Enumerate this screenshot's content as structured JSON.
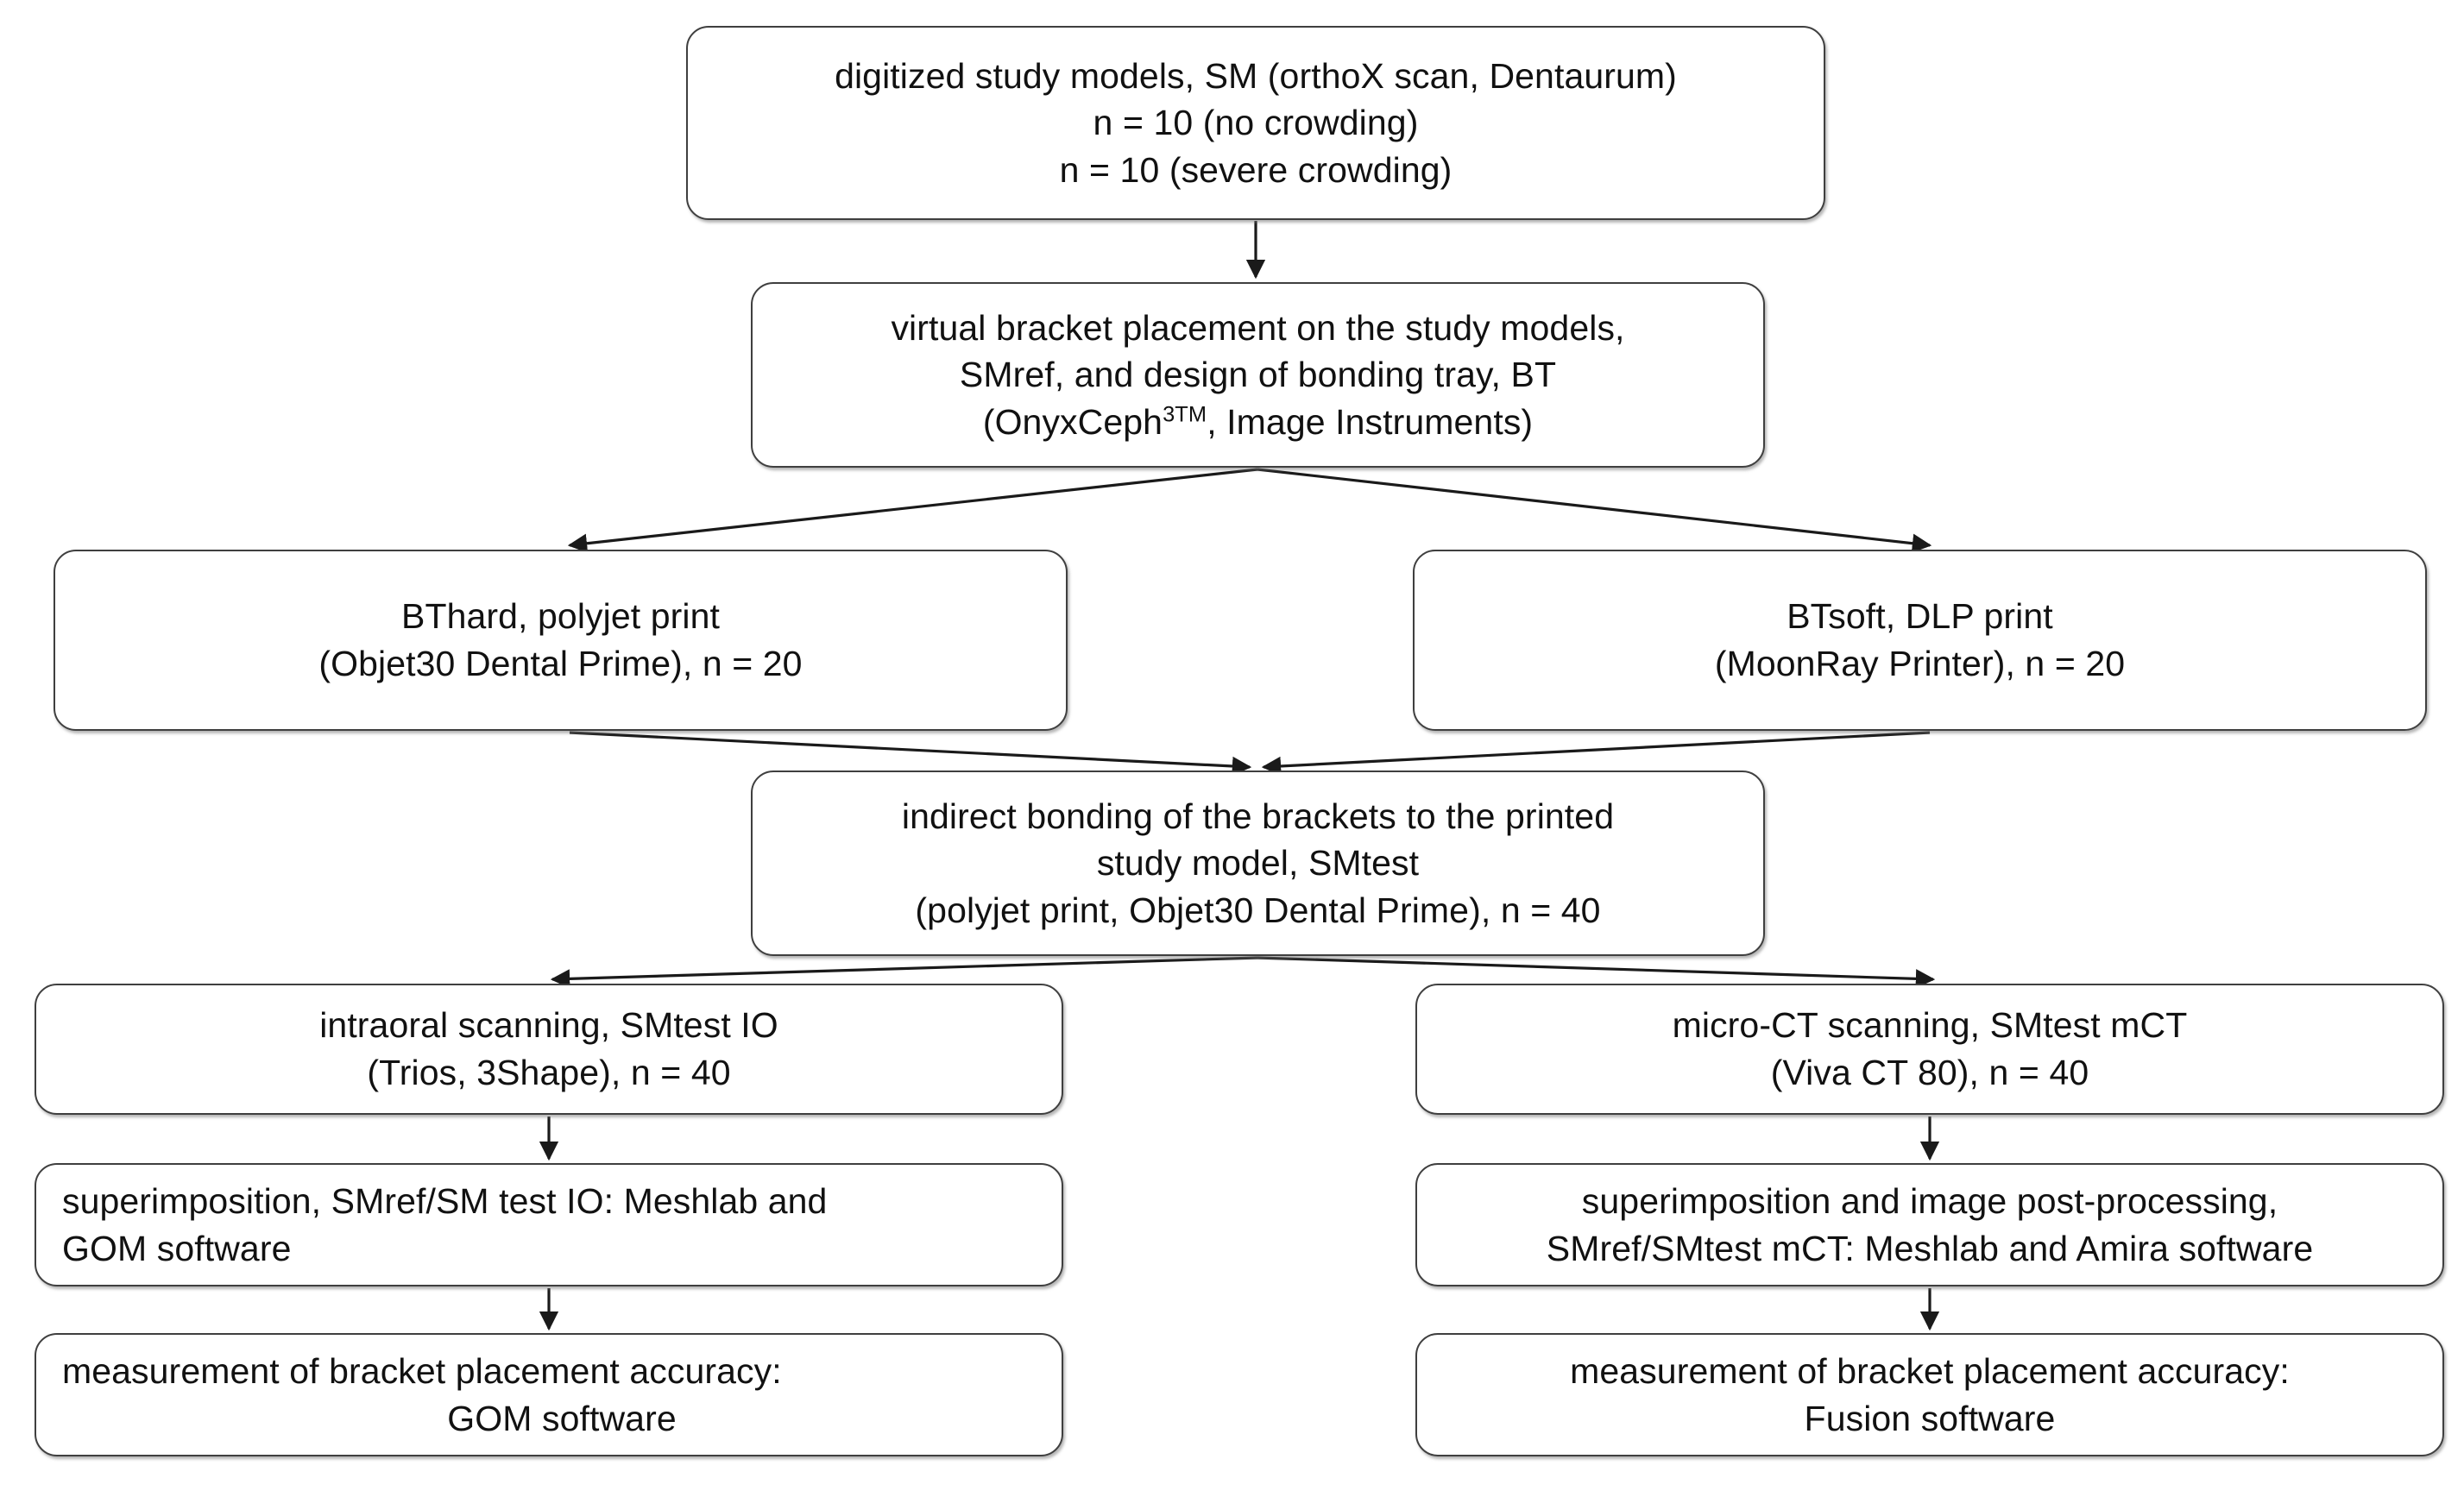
{
  "diagram": {
    "title": "Study workflow flowchart",
    "style": {
      "box_border_color": "#3f3f3f",
      "box_fill_color": "#ffffff",
      "edge_color": "#1a1a1a",
      "text_color": "#111111"
    },
    "nodes": [
      {
        "id": "study-models",
        "lines": [
          "digitized study models, SM (orthoX scan, Dentaurum)",
          "n = 10 (no crowding)",
          "n = 10 (severe crowding)"
        ]
      },
      {
        "id": "virtual-placement",
        "lines": [
          "virtual bracket placement on the study models,",
          "SMref, and design of bonding tray, BT",
          "(OnyxCeph3TM, Image Instruments)"
        ],
        "line3_parts": {
          "before": "(OnyxCeph",
          "superscript": "3TM",
          "after": ", Image Instruments)"
        }
      },
      {
        "id": "bthard",
        "lines": [
          "BThard, polyjet print",
          "(Objet30 Dental Prime), n = 20"
        ]
      },
      {
        "id": "btsoft",
        "lines": [
          "BTsoft, DLP print",
          "(MoonRay Printer), n = 20"
        ]
      },
      {
        "id": "indirect-bonding",
        "lines": [
          "indirect bonding of the brackets to the printed",
          "study model, SMtest",
          "(polyjet print, Objet30 Dental Prime), n = 40"
        ]
      },
      {
        "id": "intraoral-scan",
        "lines": [
          "intraoral scanning, SMtest IO",
          "(Trios, 3Shape), n = 40"
        ]
      },
      {
        "id": "microct-scan",
        "lines": [
          "micro-CT scanning, SMtest mCT",
          "(Viva CT 80), n = 40"
        ]
      },
      {
        "id": "superimpose-io",
        "lines": [
          "superimposition, SMref/SM test IO: Meshlab and",
          "GOM software"
        ]
      },
      {
        "id": "superimpose-mct",
        "lines": [
          "superimposition and image post-processing,",
          "SMref/SMtest mCT: Meshlab and Amira software"
        ]
      },
      {
        "id": "measure-io",
        "lines": [
          "measurement of bracket placement accuracy:",
          "GOM software"
        ]
      },
      {
        "id": "measure-mct",
        "lines": [
          "measurement of bracket placement accuracy:",
          "Fusion software"
        ]
      }
    ],
    "edges": [
      {
        "from": "study-models",
        "to": "virtual-placement",
        "kind": "straight-down"
      },
      {
        "from": "virtual-placement",
        "to": "bthard",
        "kind": "diagonal-left"
      },
      {
        "from": "virtual-placement",
        "to": "btsoft",
        "kind": "diagonal-right"
      },
      {
        "from": "bthard",
        "to": "indirect-bonding",
        "kind": "diagonal-converge-right"
      },
      {
        "from": "btsoft",
        "to": "indirect-bonding",
        "kind": "diagonal-converge-left"
      },
      {
        "from": "indirect-bonding",
        "to": "intraoral-scan",
        "kind": "diagonal-left"
      },
      {
        "from": "indirect-bonding",
        "to": "microct-scan",
        "kind": "diagonal-right"
      },
      {
        "from": "intraoral-scan",
        "to": "superimpose-io",
        "kind": "straight-down"
      },
      {
        "from": "microct-scan",
        "to": "superimpose-mct",
        "kind": "straight-down"
      },
      {
        "from": "superimpose-io",
        "to": "measure-io",
        "kind": "straight-down"
      },
      {
        "from": "superimpose-mct",
        "to": "measure-mct",
        "kind": "straight-down"
      }
    ]
  }
}
